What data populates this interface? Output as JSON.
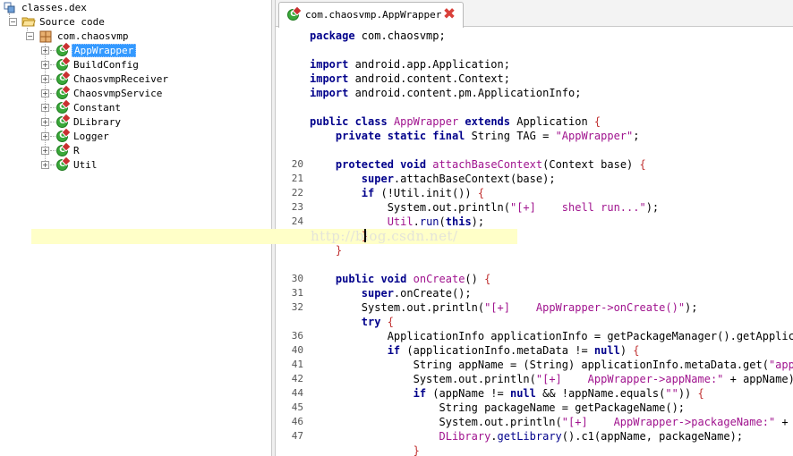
{
  "tree": {
    "root": "classes.dex",
    "source": "Source code",
    "package": "com.chaosvmp",
    "classes": [
      "AppWrapper",
      "BuildConfig",
      "ChaosvmpReceiver",
      "ChaosvmpService",
      "Constant",
      "DLibrary",
      "Logger",
      "R",
      "Util"
    ],
    "selected_index": 0,
    "class_icon_letter": "C"
  },
  "editor": {
    "tab_title": "com.chaosvmp.AppWrapper",
    "close_glyph": "✖",
    "watermark": "http://blog.csdn.net/",
    "line_numbers": [
      "20",
      "21",
      "22",
      "23",
      "24",
      "30",
      "31",
      "32",
      "36",
      "40",
      "41",
      "42",
      "44",
      "45",
      "46",
      "47"
    ]
  },
  "icons": {
    "root": "dex-file-icon",
    "source": "folder-open-icon",
    "package": "package-icon",
    "class": "class-icon",
    "close": "close-icon"
  },
  "colors": {
    "keyword": "#00008b",
    "string": "#a0138e",
    "selection": "#3399ff",
    "highlight_row": "#ffffc8",
    "class_icon": "#3aa83a"
  }
}
